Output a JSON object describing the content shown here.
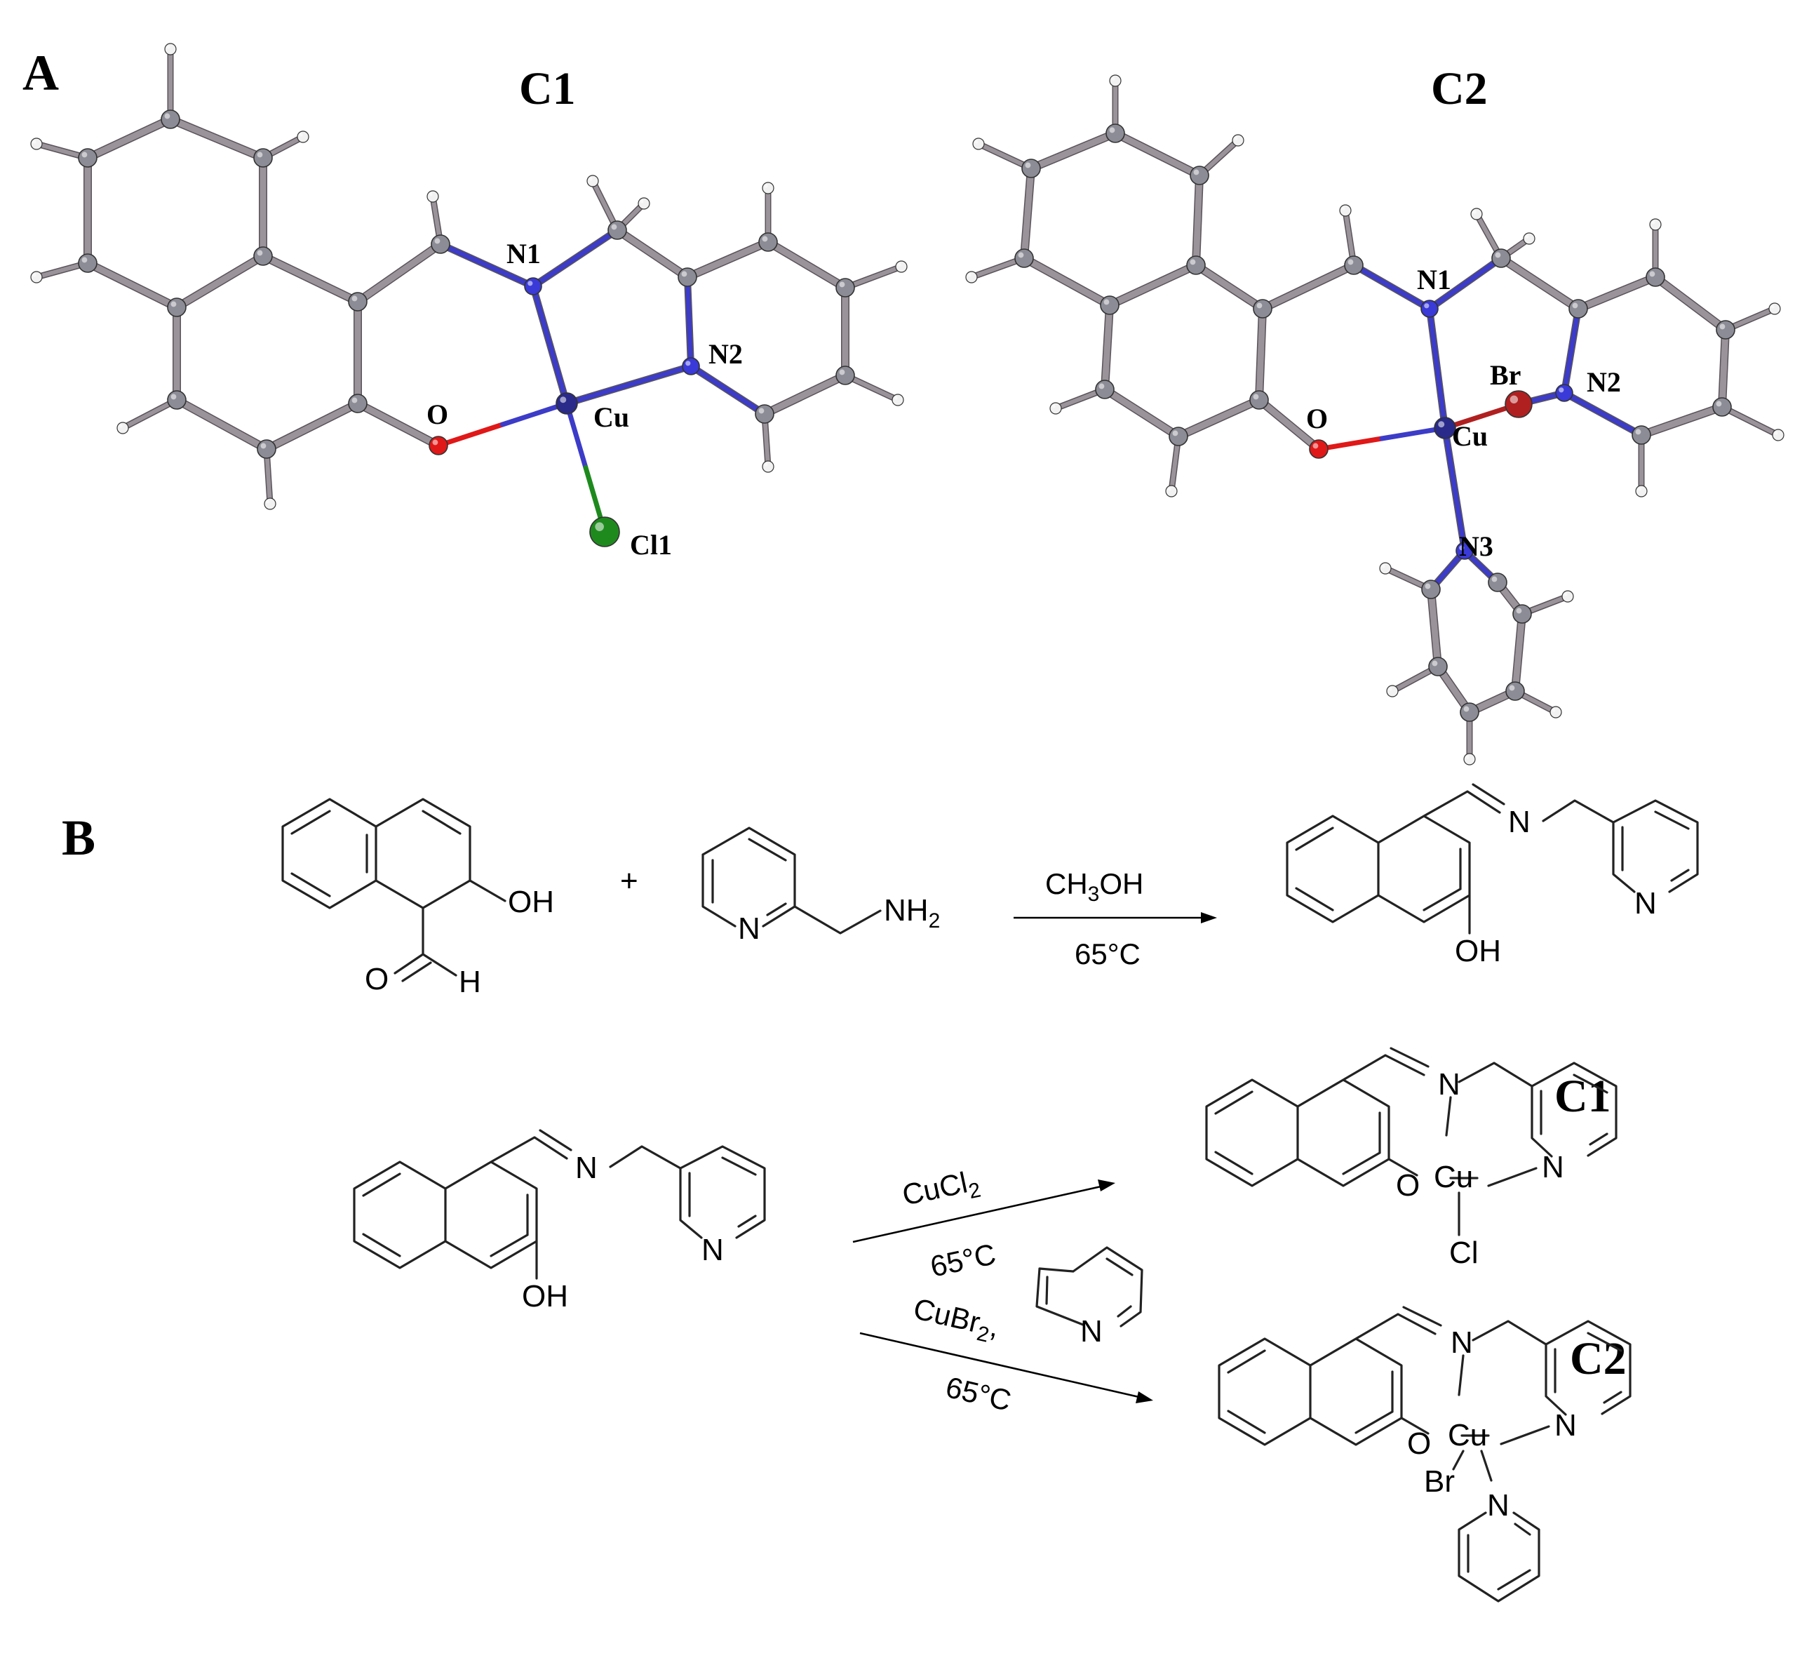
{
  "panels": {
    "a": {
      "letter": "A"
    },
    "b": {
      "letter": "B"
    }
  },
  "structures": {
    "c1_title": "C1",
    "c2_title": "C2"
  },
  "atom_labels": {
    "c1": {
      "n1": "N1",
      "n2": "N2",
      "o": "O",
      "cu": "Cu",
      "cl1": "Cl1"
    },
    "c2": {
      "n1": "N1",
      "n2": "N2",
      "n3": "N3",
      "o": "O",
      "cu": "Cu",
      "br": "Br"
    }
  },
  "scheme": {
    "reagent1": {
      "oh": "OH",
      "o": "O",
      "h": "H"
    },
    "plus": "+",
    "reagent2": {
      "n": "N",
      "nh": "NH",
      "nh_sub": "2"
    },
    "step1": {
      "solvent": "CH",
      "solvent_sub": "3",
      "solvent_tail": "OH",
      "temp": "65°C"
    },
    "ligand": {
      "n_imine": "N",
      "n_py": "N",
      "oh": "OH"
    },
    "step2a": {
      "reagent": "CuCl",
      "reagent_sub": "2",
      "temp": "65°C"
    },
    "step2b": {
      "reagent": "CuBr",
      "reagent_sub": "2",
      "reagent_tail": ",",
      "temp": "65°C",
      "py_n": "N"
    },
    "c1_product": {
      "title": "C1",
      "n_imine": "N",
      "n_py": "N",
      "o": "O",
      "cu": "Cu",
      "cl": "Cl"
    },
    "c2_product": {
      "title": "C2",
      "n_imine": "N",
      "n_py": "N",
      "o": "O",
      "cu": "Cu",
      "br": "Br",
      "n_py2": "N"
    }
  },
  "colors": {
    "carbon": "#8c8c96",
    "hydrogen": "#f2f2f2",
    "nitrogen": "#3a3ad8",
    "oxygen": "#e01818",
    "copper": "#2a2a8a",
    "chlorine": "#1e8a1e",
    "bromine": "#b02020",
    "bond_gray": "#9a949a",
    "bond_metal": "#3c3cc8"
  }
}
